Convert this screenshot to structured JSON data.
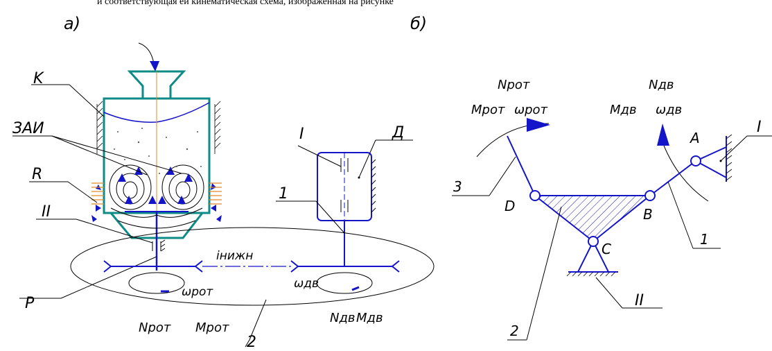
{
  "header_text": "и соответствующая ей кинематическая схема, изображенная на рисунке",
  "left": {
    "panel_label": "а)",
    "labels": {
      "K": "K",
      "ZAI": "ЗАИ",
      "R": "R",
      "II": "II",
      "P": "P",
      "I": "I",
      "D": "Д",
      "one": "1",
      "two": "2",
      "i_lower": "iнижн",
      "omega_rot": "ωрот",
      "omega_dv": "ωдв",
      "N_rot": "Nрот",
      "M_rot": "Mрот",
      "N_dv": "Nдв",
      "M_dv": "Mдв"
    }
  },
  "right": {
    "panel_label": "б)",
    "labels": {
      "N_rot": "Nрот",
      "M_rot": "Mрот",
      "omega_rot": "ωрот",
      "N_dv": "Nдв",
      "M_dv": "Mдв",
      "omega_dv": "ωдв",
      "A": "A",
      "B": "B",
      "C": "C",
      "D": "D",
      "I": "I",
      "II": "II",
      "one": "1",
      "two": "2",
      "three": "3"
    }
  },
  "colors": {
    "line": "#1414c8",
    "housing": "#0e8b86",
    "axis": "#e08a2a"
  }
}
